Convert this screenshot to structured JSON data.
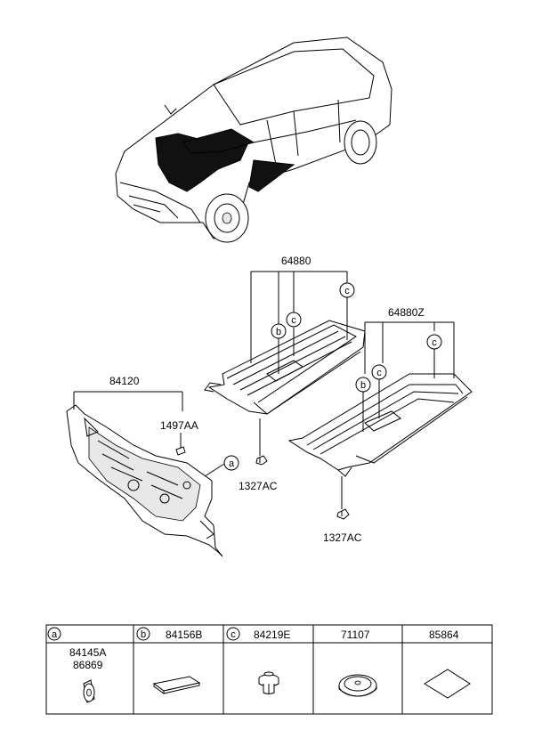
{
  "callouts": {
    "undercover_left": "64880",
    "undercover_right": "64880Z",
    "dash_panel": "84120",
    "pad": "1497AA",
    "clip_left": "1327AC",
    "clip_right": "1327AC"
  },
  "markers": {
    "a": "a",
    "b": "b",
    "c": "c"
  },
  "legend": {
    "col_a": {
      "marker": "a",
      "codes": [
        "84145A",
        "86869"
      ]
    },
    "col_b": {
      "marker": "b",
      "code": "84156B"
    },
    "col_c": {
      "marker": "c",
      "code": "84219E"
    },
    "col_d": {
      "code": "71107"
    },
    "col_e": {
      "code": "85864"
    }
  }
}
